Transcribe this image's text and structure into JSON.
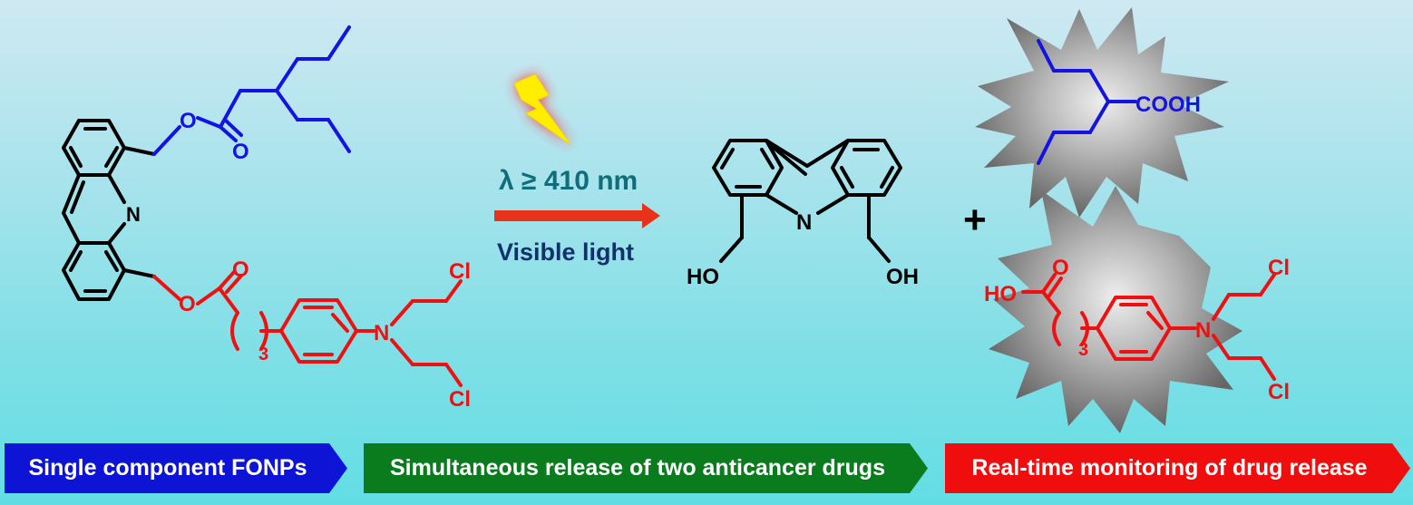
{
  "reaction": {
    "condition": "λ ≥ 410 nm",
    "light": "Visible light",
    "plus": "+"
  },
  "prodrug": {
    "ester_O_top": "O",
    "carbonyl_O_top": "O",
    "ring_N": "N",
    "carbonyl_O_bottom": "O",
    "ester_O_bottom": "O",
    "chain_subscript": "3",
    "amine_N": "N",
    "cl_top": "Cl",
    "cl_bottom": "Cl"
  },
  "acridine_product": {
    "ring_N": "N",
    "ho_left": "HO",
    "oh_right": "OH"
  },
  "valproic_acid": {
    "acid": "COOH"
  },
  "chlorambucil": {
    "acid_ho": "HO",
    "carbonyl_o": "O",
    "chain_subscript": "3",
    "amine_N": "N",
    "cl_top": "Cl",
    "cl_bottom": "Cl"
  },
  "banners": [
    {
      "label": "Single component FONPs",
      "color": "#0d14d6"
    },
    {
      "label": "Simultaneous release of two anticancer drugs",
      "color": "#0b7c1e"
    },
    {
      "label": "Real-time monitoring of drug release",
      "color": "#f00d0d"
    }
  ],
  "colors": {
    "drug_blue": "#1414e0",
    "drug_red": "#ee1111",
    "arrow_red": "#e8321a",
    "text_teal": "#0e6e7a",
    "text_navy": "#12306a",
    "bolt_yellow": "#ffee00"
  }
}
